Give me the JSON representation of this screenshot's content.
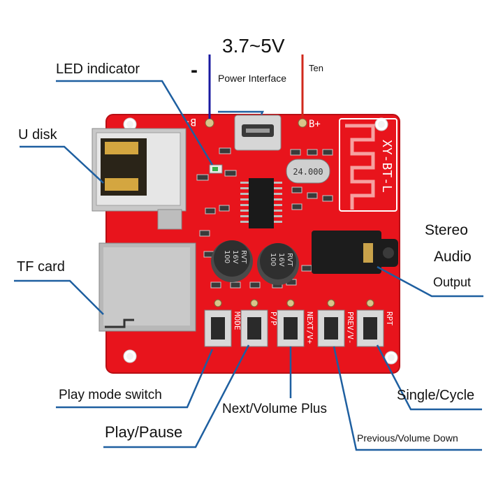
{
  "voltage": "3.7~5V",
  "minus_sign": "-",
  "power_interface": "Power Interface",
  "ten": "Ten",
  "led_indicator": "LED indicator",
  "u_disk": "U disk",
  "tf_card": "TF card",
  "stereo": "Stereo",
  "audio": "Audio",
  "output": "Output",
  "play_mode_switch": "Play mode switch",
  "play_pause": "Play/Pause",
  "next_volume_plus": "Next/Volume Plus",
  "single_cycle": "Single/Cycle",
  "previous_volume_down": "Previous/Volume Down",
  "board": {
    "model": "XY-BT-L",
    "crystal": "24.000",
    "pin_bminus": "B-",
    "pin_bplus": "B+",
    "cap_text": [
      "100",
      "16V",
      "RVT"
    ],
    "button_labels": [
      "MODE",
      "P/P",
      "NEXT/V+",
      "PREV/V-",
      "RPT"
    ]
  },
  "colors": {
    "pcb": "#e8141c",
    "minus_wire": "#1a1aa0",
    "plus_wire": "#d0281c",
    "leader": "#1e5fa0"
  }
}
